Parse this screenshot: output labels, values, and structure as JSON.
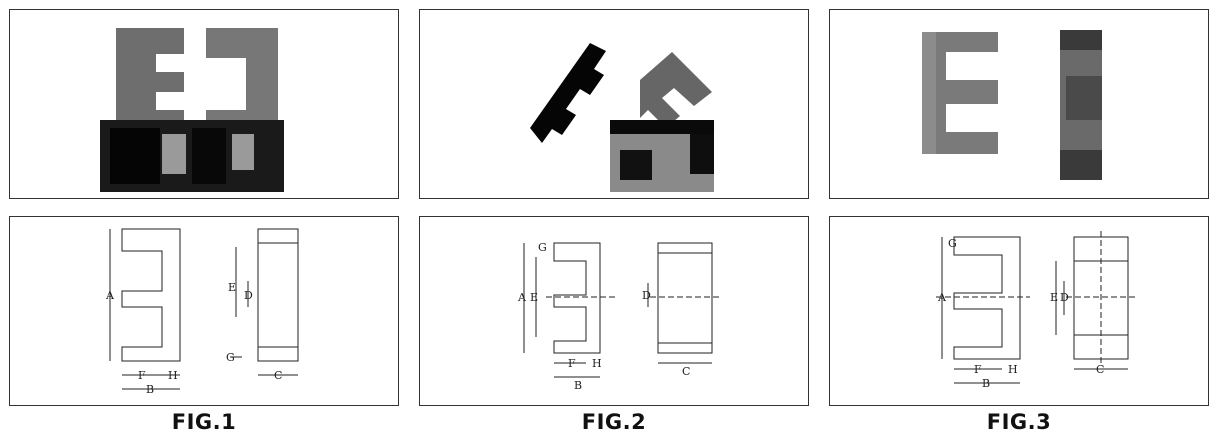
{
  "figures": [
    {
      "caption": "FIG.1",
      "dims": {
        "a": "A",
        "b": "B",
        "c": "C",
        "d": "D",
        "e": "E",
        "f": "F",
        "g": "G",
        "h": "H"
      }
    },
    {
      "caption": "FIG.2",
      "dims": {
        "a": "A",
        "b": "B",
        "c": "C",
        "d": "D",
        "e": "E",
        "f": "F",
        "g": "G",
        "h": "H"
      }
    },
    {
      "caption": "FIG.3",
      "dims": {
        "a": "A",
        "b": "B",
        "c": "C",
        "d": "D",
        "e": "E",
        "f": "F",
        "g": "G",
        "h": "H"
      }
    }
  ]
}
